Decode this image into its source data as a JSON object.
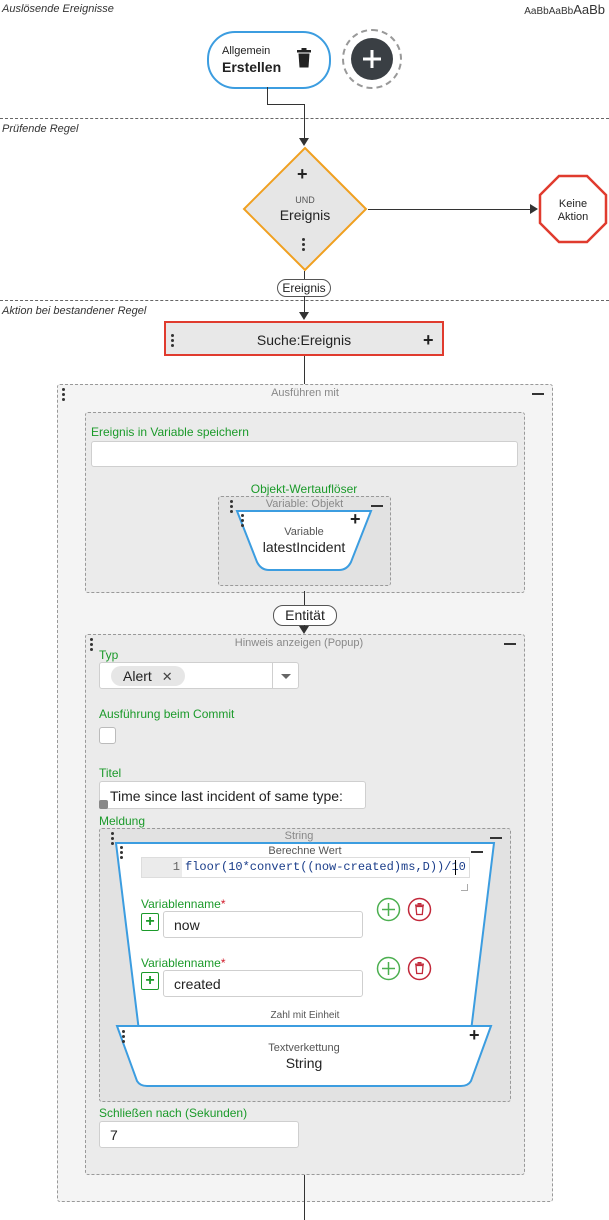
{
  "sections": {
    "triggers": "Auslösende Ereignisse",
    "check_rule": "Prüfende Regel",
    "action": "Aktion bei bestandener Regel"
  },
  "font_size_toggle": {
    "small": "AaBbAaBb",
    "large": "AaBb"
  },
  "trigger": {
    "subtitle": "Allgemein",
    "title": "Erstellen"
  },
  "rule": {
    "operator": "UND",
    "title": "Ereignis"
  },
  "no_action": {
    "line1": "Keine",
    "line2": "Aktion"
  },
  "connector_event": "Ereignis",
  "search": {
    "label": "Suche:Ereignis"
  },
  "execute_with": {
    "title": "Ausführen mit",
    "save_var_label": "Ereignis in Variable speichern",
    "save_var_value": "",
    "resolver_label": "Objekt-Wertauflöser",
    "resolver_panel_title": "Variable: Objekt",
    "variable_caption": "Variable",
    "variable_name": "latestIncident"
  },
  "connector_entity": "Entität",
  "popup": {
    "title": "Hinweis anzeigen (Popup)",
    "type_label": "Typ",
    "type_value": "Alert",
    "commit_label": "Ausführung beim Commit",
    "title_label": "Titel",
    "title_value": "Time since last incident of same type:",
    "message_label": "Meldung",
    "string_panel_title": "String",
    "compute_title": "Berechne Wert",
    "code_line_no": "1",
    "code": "floor(10*convert((now-created)ms,D))/10",
    "var1_label": "Variablenname",
    "var1_value": "now",
    "var2_label": "Variablenname",
    "var2_value": "created",
    "required_mark": "*",
    "unit_number_label": "Zahl mit Einheit",
    "concat_caption": "Textverkettung",
    "concat_title": "String",
    "close_after_label": "Schließen nach (Sekunden)",
    "close_after_value": "7"
  },
  "colors": {
    "accent_blue": "#3c9de0",
    "rule_orange": "#f0a020",
    "stop_red": "#e03b2e",
    "label_green": "#1b9a2a",
    "delete_red": "#c2283a"
  }
}
